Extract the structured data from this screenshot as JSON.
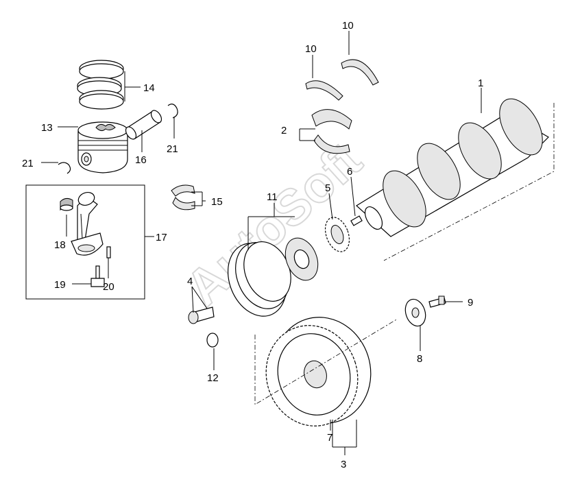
{
  "watermark": "AutoSoft",
  "callouts": {
    "c1": "1",
    "c2": "2",
    "c3": "3",
    "c4": "4",
    "c5": "5",
    "c6": "6",
    "c7": "7",
    "c8": "8",
    "c9": "9",
    "c10a": "10",
    "c10b": "10",
    "c11": "11",
    "c12": "12",
    "c13": "13",
    "c14": "14",
    "c15": "15",
    "c16": "16",
    "c17": "17",
    "c18": "18",
    "c19": "19",
    "c20": "20",
    "c21a": "21",
    "c21b": "21"
  }
}
